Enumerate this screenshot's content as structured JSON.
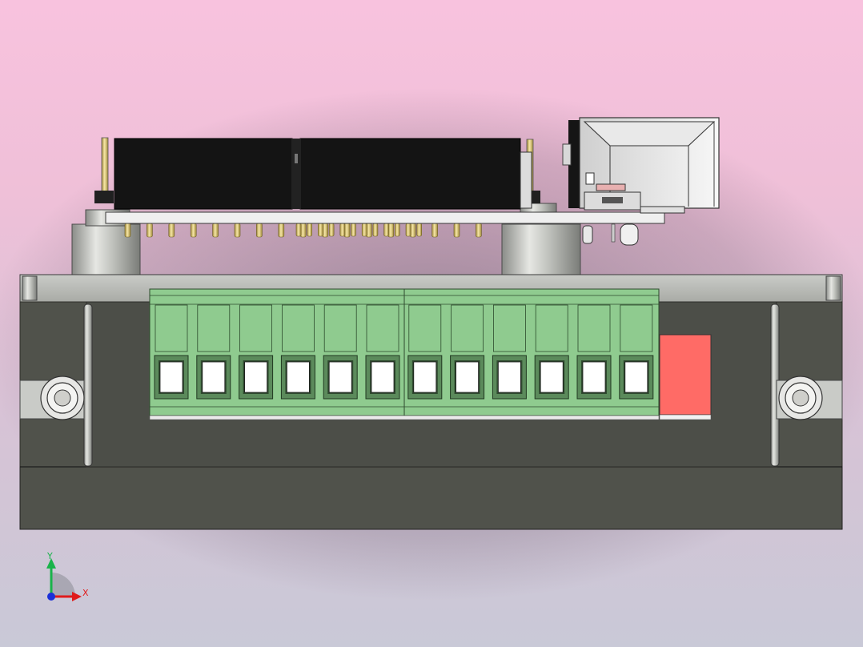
{
  "view": {
    "background_top": "#f8c2de",
    "background_bottom": "#c9c9d7"
  },
  "triad": {
    "x_label": "X",
    "y_label": "Y",
    "x_color": "#e01b1b",
    "y_color": "#19b34a",
    "z_color": "#1a2fd8"
  },
  "assembly": {
    "terminal_block": {
      "color": "#8fcb8f",
      "blocks": 2,
      "positions_per_block": 6
    },
    "indicator_color": "#ff6b66",
    "enclosure_color": "#50524b",
    "pcb_color": "#eeeeee",
    "header_color": "#141414"
  }
}
